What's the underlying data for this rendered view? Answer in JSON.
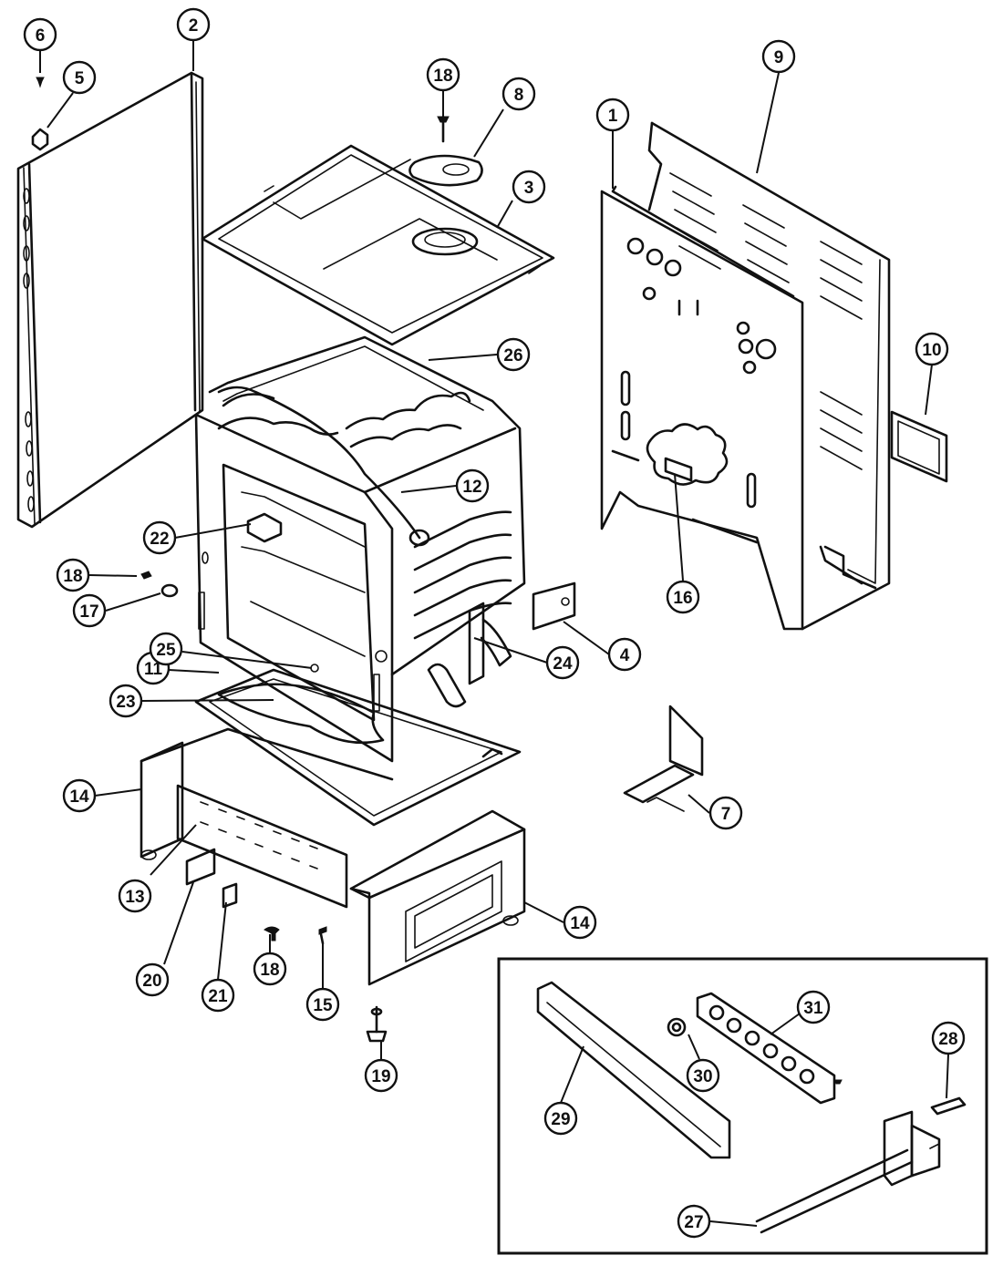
{
  "callouts": [
    {
      "label": "1"
    },
    {
      "label": "2"
    },
    {
      "label": "3"
    },
    {
      "label": "4"
    },
    {
      "label": "5"
    },
    {
      "label": "6"
    },
    {
      "label": "7"
    },
    {
      "label": "8"
    },
    {
      "label": "9"
    },
    {
      "label": "10"
    },
    {
      "label": "11"
    },
    {
      "label": "12"
    },
    {
      "label": "13"
    },
    {
      "label": "14"
    },
    {
      "label": "14"
    },
    {
      "label": "15"
    },
    {
      "label": "16"
    },
    {
      "label": "17"
    },
    {
      "label": "18"
    },
    {
      "label": "18"
    },
    {
      "label": "18"
    },
    {
      "label": "19"
    },
    {
      "label": "20"
    },
    {
      "label": "21"
    },
    {
      "label": "22"
    },
    {
      "label": "23"
    },
    {
      "label": "24"
    },
    {
      "label": "25"
    },
    {
      "label": "26"
    },
    {
      "label": "27"
    },
    {
      "label": "28"
    },
    {
      "label": "29"
    },
    {
      "label": "30"
    },
    {
      "label": "31"
    }
  ]
}
